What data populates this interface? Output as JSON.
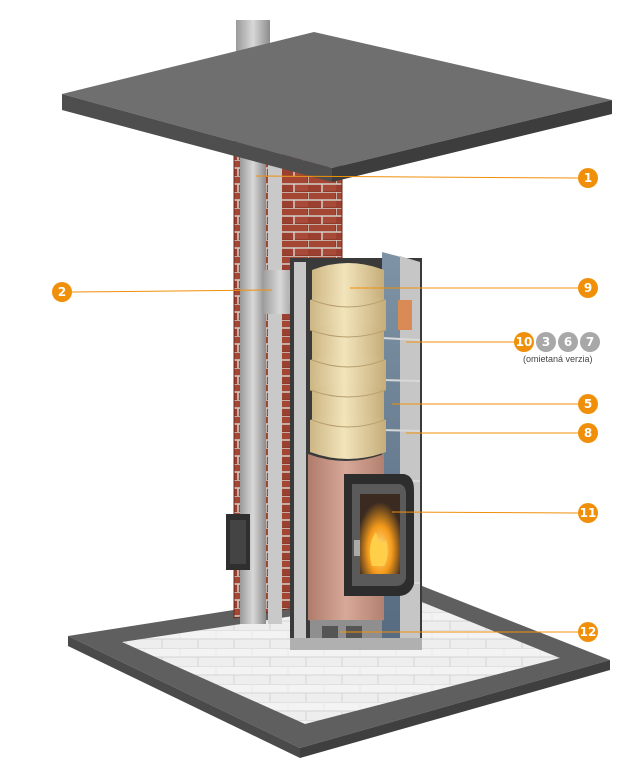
{
  "callouts": [
    {
      "id": "1",
      "label": "1"
    },
    {
      "id": "2",
      "label": "2"
    },
    {
      "id": "9",
      "label": "9"
    },
    {
      "id": "5",
      "label": "5"
    },
    {
      "id": "8",
      "label": "8"
    },
    {
      "id": "11",
      "label": "11"
    },
    {
      "id": "12",
      "label": "12"
    }
  ],
  "group_callout": {
    "badges": [
      {
        "label": "10",
        "style": "orange"
      },
      {
        "label": "3",
        "style": "grey"
      },
      {
        "label": "6",
        "style": "grey"
      },
      {
        "label": "7",
        "style": "grey"
      }
    ],
    "note": "(omietaná verzia)"
  },
  "colors": {
    "accent": "#f0900a",
    "grey_badge": "#a8a8a8",
    "ceiling": "#6b6b6b",
    "brick": "#8a3a2a",
    "ceramic_ring": "#e8d6a6",
    "combustion_chamber": "#c89a88",
    "floor_tile": "#e9e9e9"
  }
}
